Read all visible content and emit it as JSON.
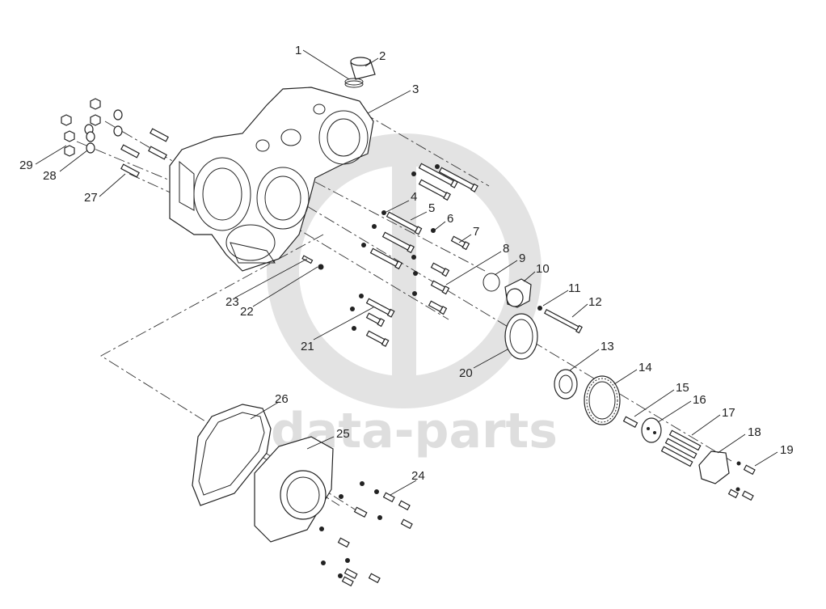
{
  "watermark": {
    "text": "data-parts",
    "color": "#dedede"
  },
  "labels": [
    {
      "id": "1",
      "text": "1"
    },
    {
      "id": "2",
      "text": "2"
    },
    {
      "id": "3",
      "text": "3"
    },
    {
      "id": "4",
      "text": "4"
    },
    {
      "id": "5",
      "text": "5"
    },
    {
      "id": "6",
      "text": "6"
    },
    {
      "id": "7",
      "text": "7"
    },
    {
      "id": "8",
      "text": "8"
    },
    {
      "id": "9",
      "text": "9"
    },
    {
      "id": "10",
      "text": "10"
    },
    {
      "id": "11",
      "text": "11"
    },
    {
      "id": "12",
      "text": "12"
    },
    {
      "id": "13",
      "text": "13"
    },
    {
      "id": "14",
      "text": "14"
    },
    {
      "id": "15",
      "text": "15"
    },
    {
      "id": "16",
      "text": "16"
    },
    {
      "id": "17",
      "text": "17"
    },
    {
      "id": "18",
      "text": "18"
    },
    {
      "id": "19",
      "text": "19"
    },
    {
      "id": "20",
      "text": "20"
    },
    {
      "id": "21",
      "text": "21"
    },
    {
      "id": "22",
      "text": "22"
    },
    {
      "id": "23",
      "text": "23"
    },
    {
      "id": "24",
      "text": "24"
    },
    {
      "id": "25",
      "text": "25"
    },
    {
      "id": "26",
      "text": "26"
    },
    {
      "id": "27",
      "text": "27"
    },
    {
      "id": "28",
      "text": "28"
    },
    {
      "id": "29",
      "text": "29"
    }
  ]
}
